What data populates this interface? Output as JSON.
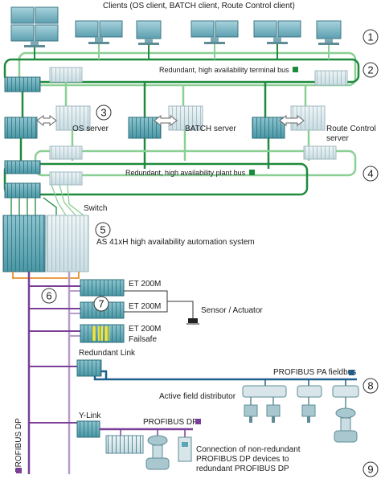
{
  "labels": {
    "clients": "Clients (OS client, BATCH client, Route Control client)",
    "terminal_bus": "Redundant, high availability terminal bus",
    "os_server": "OS server",
    "batch_server": "BATCH server",
    "route_control_line1": "Route Control",
    "route_control_line2": "server",
    "plant_bus": "Redundant, high availability plant bus",
    "switch": "Switch",
    "as_system": "AS 41xH high availability automation system",
    "et200m_1": "ET 200M",
    "et200m_2": "ET 200M",
    "et200m_3": "ET 200M",
    "failsafe": "Failsafe",
    "sensor_actuator": "Sensor / Actuator",
    "redundant_link": "Redundant Link",
    "profibus_pa": "PROFIBUS PA fieldbus",
    "active_field_distributor": "Active field distributor",
    "y_link": "Y-Link",
    "profibus_dp_right": "PROFIBUS DP",
    "profibus_dp_vertical": "PROFIBUS DP",
    "nonredundant_line1": "Connection of non-redundant",
    "nonredundant_line2": "PROFIBUS DP devices to",
    "nonredundant_line3": "redundant PROFIBUS DP"
  },
  "callouts": {
    "c1": "1",
    "c2": "2",
    "c3": "3",
    "c4": "4",
    "c5": "5",
    "c6": "6",
    "c7": "7",
    "c8": "8",
    "c9": "9"
  },
  "colors": {
    "bus_dark_green": "#1e8a3c",
    "bus_light_green": "#8ccf94",
    "profibus_dp": "#7b3f98",
    "profibus_dp_light": "#b89ccb",
    "profibus_pa": "#1f5f8b",
    "sync_orange": "#e8902f",
    "device_teal": "#5aa6b3",
    "device_light": "#d8e6ea",
    "failsafe_yellow": "#e8e24a"
  }
}
